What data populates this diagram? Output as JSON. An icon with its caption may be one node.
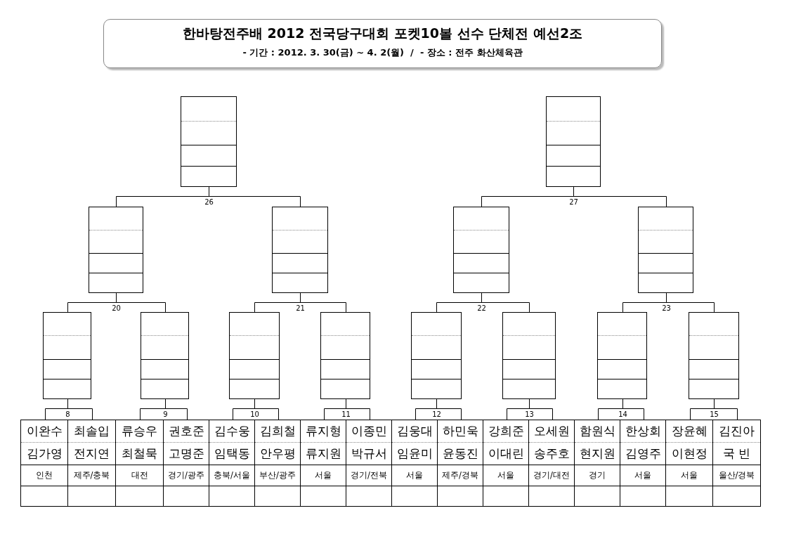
{
  "diagram": {
    "title": "한바탕전주배 2012 전국당구대회 포켓10볼 선수 단체전 예선2조",
    "nodes": [
      {
        "text": [],
        "shape": "box"
      },
      {
        "text": [],
        "shape": "box"
      },
      {
        "text": [],
        "shape": "box"
      },
      {
        "text": [],
        "shape": "box"
      },
      {
        "text": [],
        "shape": "box"
      },
      {
        "text": [],
        "shape": "box"
      },
      {
        "text": [],
        "shape": "box"
      },
      {
        "text": [],
        "shape": "box"
      },
      {
        "text": [],
        "shape": "box"
      },
      {
        "text": [],
        "shape": "box"
      },
      {
        "text": [],
        "shape": "box"
      },
      {
        "text": [],
        "shape": "box"
      },
      {
        "text": [],
        "shape": "box"
      },
      {
        "text": [],
        "shape": "box"
      },
      {
        "text": [
          "이완수",
          "김가영",
          "인천"
        ]
      },
      {
        "text": [
          "최솔입",
          "전지연",
          "제주/충북"
        ]
      },
      {
        "text": [
          "류승우",
          "최철묵",
          "대전"
        ]
      },
      {
        "text": [
          "권호준",
          "고명준",
          "경기/광주"
        ]
      },
      {
        "text": [
          "김수웅",
          "임택동",
          "충북/서울"
        ]
      },
      {
        "text": [
          "김희철",
          "안우평",
          "부산/광주"
        ]
      },
      {
        "text": [
          "류지형",
          "류지원",
          "서울"
        ]
      },
      {
        "text": [
          "이종민",
          "박규서",
          "경기/전북"
        ]
      },
      {
        "text": [
          "김웅대",
          "임윤미",
          "서울"
        ]
      },
      {
        "text": [
          "하민욱",
          "윤동진",
          "제주/경북"
        ]
      },
      {
        "text": [
          "강희준",
          "이대린",
          "서울"
        ]
      },
      {
        "text": [
          "오세원",
          "송주호",
          "경기/대전"
        ]
      },
      {
        "text": [
          "함원식",
          "현지원",
          "경기"
        ]
      },
      {
        "text": [
          "한상회",
          "김영주",
          "서울"
        ]
      },
      {
        "text": [
          "장윤혜",
          "이현정",
          "서울"
        ]
      },
      {
        "text": [
          "김진아",
          "국 빈",
          "울산/경북"
        ]
      }
    ],
    "edges": [
      {
        "from": 0,
        "to": 2,
        "arrow": "none",
        "label": "26"
      },
      {
        "from": 0,
        "to": 3,
        "arrow": "none"
      },
      {
        "from": 1,
        "to": 4,
        "arrow": "none",
        "label": "27"
      },
      {
        "from": 1,
        "to": 5,
        "arrow": "none"
      },
      {
        "from": 2,
        "to": 6,
        "arrow": "none",
        "label": "20"
      },
      {
        "from": 2,
        "to": 7,
        "arrow": "none"
      },
      {
        "from": 3,
        "to": 8,
        "arrow": "none",
        "label": "21"
      },
      {
        "from": 3,
        "to": 9,
        "arrow": "none"
      },
      {
        "from": 4,
        "to": 10,
        "arrow": "none",
        "label": "22"
      },
      {
        "from": 4,
        "to": 11,
        "arrow": "none"
      },
      {
        "from": 5,
        "to": 12,
        "arrow": "none",
        "label": "23"
      },
      {
        "from": 5,
        "to": 13,
        "arrow": "none"
      },
      {
        "from": 6,
        "to": 14,
        "arrow": "none",
        "label": "8"
      },
      {
        "from": 6,
        "to": 15,
        "arrow": "none"
      },
      {
        "from": 7,
        "to": 16,
        "arrow": "none",
        "label": "9"
      },
      {
        "from": 7,
        "to": 17,
        "arrow": "none"
      },
      {
        "from": 8,
        "to": 18,
        "arrow": "none",
        "label": "10"
      },
      {
        "from": 8,
        "to": 19,
        "arrow": "none"
      },
      {
        "from": 9,
        "to": 20,
        "arrow": "none",
        "label": "11"
      },
      {
        "from": 9,
        "to": 21,
        "arrow": "none"
      },
      {
        "from": 10,
        "to": 22,
        "arrow": "none",
        "label": "12"
      },
      {
        "from": 10,
        "to": 23,
        "arrow": "none"
      },
      {
        "from": 11,
        "to": 24,
        "arrow": "none",
        "label": "13"
      },
      {
        "from": 11,
        "to": 25,
        "arrow": "none"
      },
      {
        "from": 12,
        "to": 26,
        "arrow": "none",
        "label": "14"
      },
      {
        "from": 12,
        "to": 27,
        "arrow": "none"
      },
      {
        "from": 13,
        "to": 28,
        "arrow": "none",
        "label": "15"
      },
      {
        "from": 13,
        "to": 29,
        "arrow": "none"
      }
    ],
    "labels": [
      "- 기간 : 2012. 3. 30(금) ~ 4. 2(월)  /  - 장소 : 전주 화산체육관"
    ]
  }
}
